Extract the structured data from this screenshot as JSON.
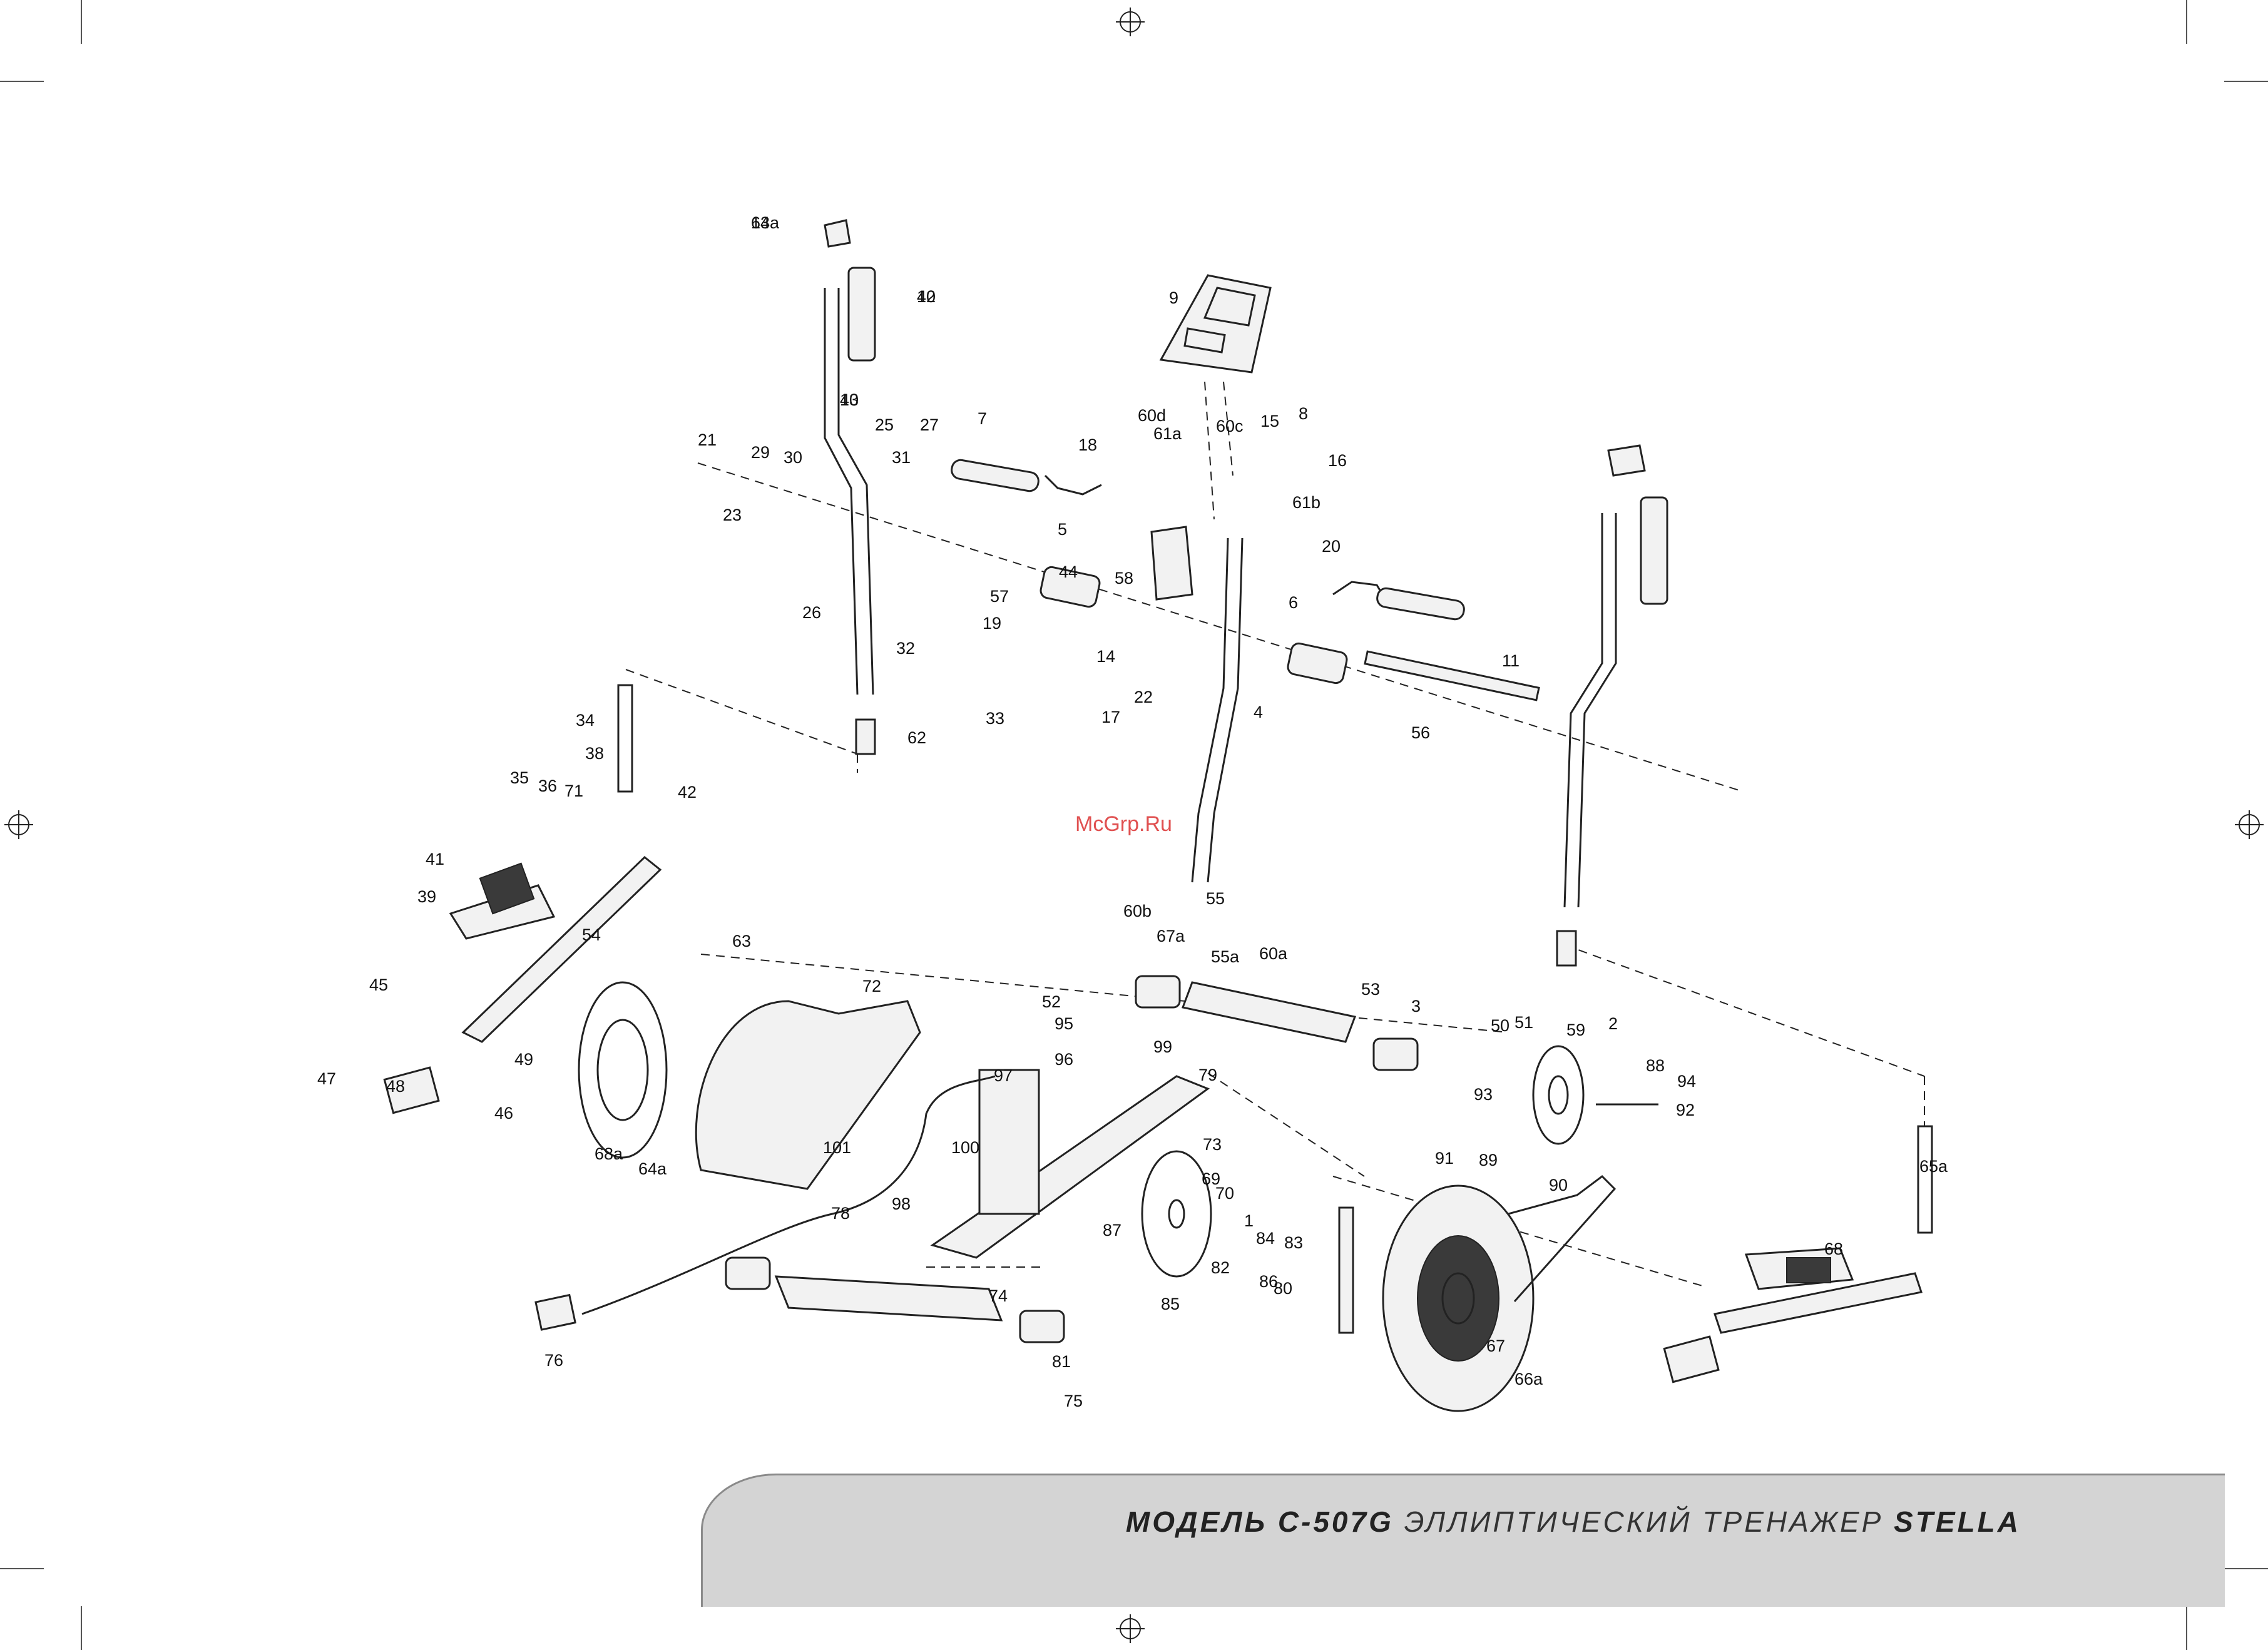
{
  "watermark": "McGrp.Ru",
  "footer": {
    "model": "МОДЕЛЬ C-507G",
    "description": "ЭЛЛИПТИЧЕСКИЙ ТРЕНАЖЕР",
    "brand": "STELLA"
  },
  "callouts": [
    "13",
    "12",
    "10",
    "21",
    "23",
    "29",
    "30",
    "31",
    "25",
    "27",
    "26",
    "32",
    "62",
    "7",
    "5",
    "44",
    "19",
    "14",
    "58",
    "57",
    "22",
    "17",
    "4",
    "9",
    "60d",
    "61a",
    "60c",
    "15",
    "8",
    "16",
    "61b",
    "20",
    "18",
    "6",
    "56",
    "11",
    "33",
    "34",
    "38",
    "35",
    "36",
    "71",
    "42",
    "41",
    "39",
    "54",
    "45",
    "47",
    "48",
    "46",
    "49",
    "63",
    "72",
    "68a",
    "64a",
    "67a",
    "55a",
    "60a",
    "53",
    "3",
    "55",
    "60b",
    "52",
    "95",
    "96",
    "97",
    "99",
    "100",
    "98",
    "101",
    "78",
    "79",
    "73",
    "69",
    "70",
    "1",
    "84",
    "83",
    "82",
    "85",
    "86",
    "87",
    "80",
    "81",
    "75",
    "76",
    "74",
    "50",
    "51",
    "59",
    "2",
    "88",
    "94",
    "93",
    "92",
    "91",
    "89",
    "90",
    "67",
    "66a",
    "68",
    "65a",
    "64a",
    "40",
    "43"
  ]
}
